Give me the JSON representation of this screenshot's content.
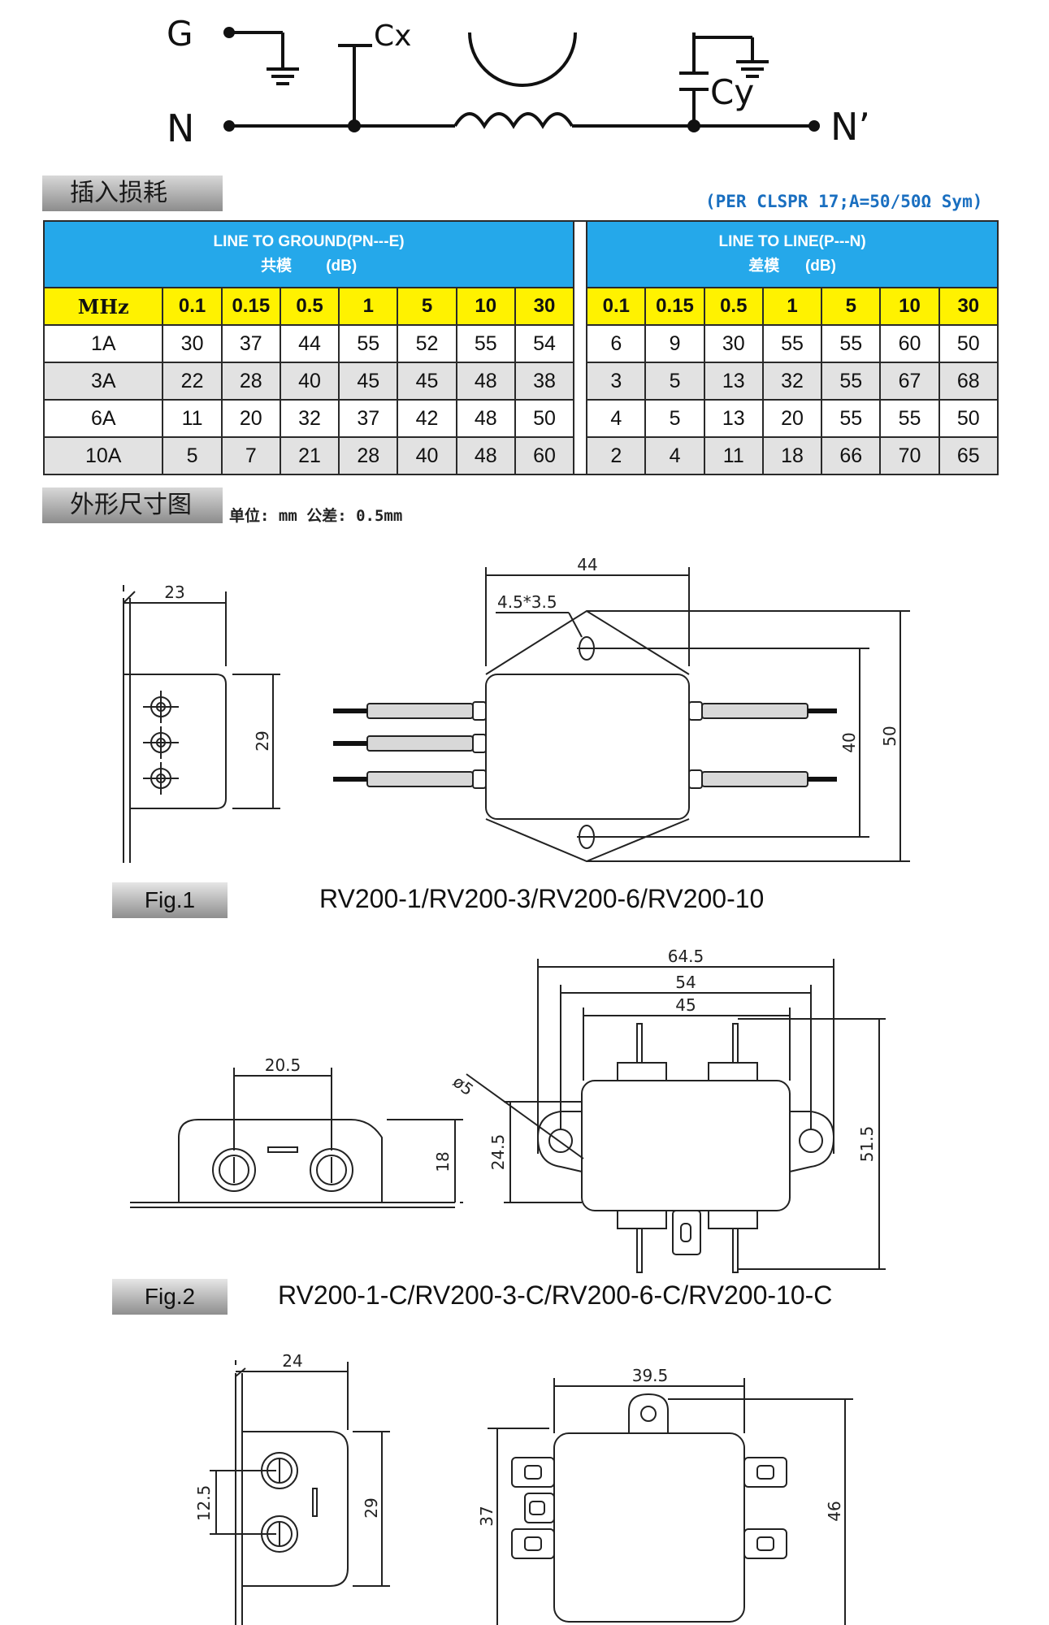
{
  "schematic": {
    "labels": {
      "g": "G",
      "n": "N",
      "n_out": "N’",
      "cx": "Cx",
      "cy": "Cy"
    }
  },
  "insertion_loss": {
    "section_title": "插入损耗",
    "standard_note": "(PER CLSPR 17;A=50/50Ω Sym)",
    "ground_header": {
      "title": "LINE TO GROUND(PN---E)",
      "sub_cn": "共模",
      "sub_unit": "(dB)"
    },
    "line_header": {
      "title": "LINE TO LINE(P---N)",
      "sub_cn": "差模",
      "sub_unit": "(dB)"
    },
    "freq_label": "MHz",
    "frequencies": [
      "0.1",
      "0.15",
      "0.5",
      "1",
      "5",
      "10",
      "30"
    ],
    "rows": [
      {
        "label": "1A",
        "ground": [
          "30",
          "37",
          "44",
          "55",
          "52",
          "55",
          "54"
        ],
        "line": [
          "6",
          "9",
          "30",
          "55",
          "55",
          "60",
          "50"
        ]
      },
      {
        "label": "3A",
        "ground": [
          "22",
          "28",
          "40",
          "45",
          "45",
          "48",
          "38"
        ],
        "line": [
          "3",
          "5",
          "13",
          "32",
          "55",
          "67",
          "68"
        ]
      },
      {
        "label": "6A",
        "ground": [
          "11",
          "20",
          "32",
          "37",
          "42",
          "48",
          "50"
        ],
        "line": [
          "4",
          "5",
          "13",
          "20",
          "55",
          "55",
          "50"
        ]
      },
      {
        "label": "10A",
        "ground": [
          "5",
          "7",
          "21",
          "28",
          "40",
          "48",
          "60"
        ],
        "line": [
          "2",
          "4",
          "11",
          "18",
          "66",
          "70",
          "65"
        ]
      }
    ]
  },
  "dimensions": {
    "section_title": "外形尺寸图",
    "units_note": "单位: mm  公差: 0.5mm"
  },
  "fig1": {
    "tag": "Fig.1",
    "caption": "RV200-1/RV200-3/RV200-6/RV200-10",
    "dims": {
      "d23": "23",
      "d29": "29",
      "d44": "44",
      "hole": "4.5*3.5",
      "d40": "40",
      "d50": "50"
    }
  },
  "fig2": {
    "tag": "Fig.2",
    "caption": "RV200-1-C/RV200-3-C/RV200-6-C/RV200-10-C",
    "dims": {
      "d20_5": "20.5",
      "d18": "18",
      "d64_5": "64.5",
      "d54": "54",
      "d45": "45",
      "phi5": "ø5",
      "d24_5": "24.5",
      "d51_5": "51.5"
    }
  },
  "fig3": {
    "dims": {
      "d24": "24",
      "d12_5": "12.5",
      "d29": "29",
      "d39_5": "39.5",
      "d37": "37",
      "d46": "46"
    }
  }
}
